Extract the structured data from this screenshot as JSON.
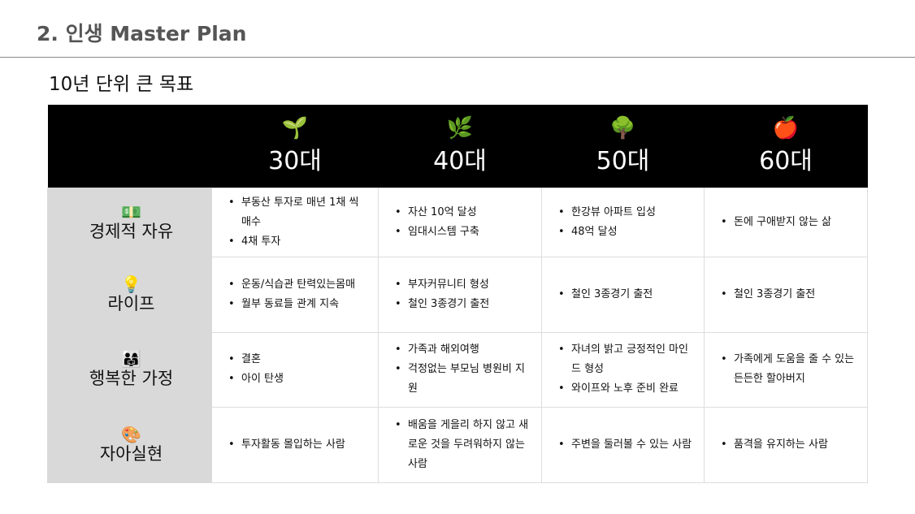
{
  "title": "2. 인생 Master Plan",
  "subtitle": "10년 단위 큰 목표",
  "columns": [
    {
      "label": "30대",
      "icon": "🌱",
      "icon_name": "seedling"
    },
    {
      "label": "40대",
      "icon": "🌿",
      "icon_name": "herb"
    },
    {
      "label": "50대",
      "icon": "🌳",
      "icon_name": "tree"
    },
    {
      "label": "60대",
      "icon": "🍎",
      "icon_name": "apple"
    }
  ],
  "rows": [
    {
      "label": "경제적 자유",
      "icon": "💵",
      "icon_name": "money",
      "cells": [
        [
          "부동산 투자로 매년 1채 씩 매수",
          "4채 투자"
        ],
        [
          "자산 10억 달성",
          "임대시스템 구축"
        ],
        [
          "한강뷰 아파트 입성",
          "48억 달성"
        ],
        [
          "돈에 구애받지 않는 삶"
        ]
      ]
    },
    {
      "label": "라이프",
      "icon": "💡",
      "icon_name": "lightbulb",
      "cells": [
        [
          "운동/식습관 탄력있는몸매",
          "월부 동료들 관계 지속"
        ],
        [
          "부자커뮤니티 형성",
          "철인 3종경기 출전"
        ],
        [
          "철인 3종경기 출전"
        ],
        [
          "철인 3종경기 출전"
        ]
      ]
    },
    {
      "label": "행복한 가정",
      "icon": "👨‍👩‍👧",
      "icon_name": "family",
      "cells": [
        [
          "결혼",
          "아이 탄생"
        ],
        [
          "가족과 해외여행",
          "걱정없는 부모님 병원비 지원"
        ],
        [
          "자녀의 밝고 긍정적인 마인드 형성",
          "와이프와 노후 준비 완료"
        ],
        [
          "가족에게 도움을 줄 수 있는 든든한 할아버지"
        ]
      ]
    },
    {
      "label": "자아실현",
      "icon": "🎨",
      "icon_name": "palette",
      "cells": [
        [
          "투자활동 몰입하는 사람"
        ],
        [
          "배움을 게을리 하지 않고 새로운 것을 두려워하지 않는 사람"
        ],
        [
          "주변을 둘러볼 수 있는 사람"
        ],
        [
          "품격을 유지하는 사람"
        ]
      ]
    }
  ]
}
